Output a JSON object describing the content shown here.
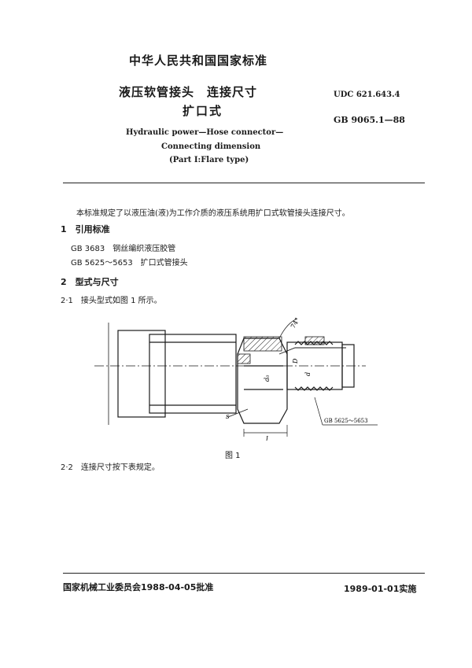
{
  "header": {
    "standard_org": "中华人民共和国国家标准",
    "title_cn": "液压软管接头　连接尺寸",
    "subtitle_cn": "扩口式",
    "udc": "UDC 621.643.4",
    "gb_number": "GB 9065.1—88",
    "title_en": [
      "Hydraulic power—Hose connector—",
      "Connecting dimension",
      "(Part I:Flare type)"
    ]
  },
  "body": {
    "intro": "本标准规定了以液压油(液)为工作介质的液压系统用扩口式软管接头连接尺寸。",
    "section1_title": "1　引用标准",
    "references": [
      "GB 3683　钢丝编织液压胶管",
      "GB 5625～5653　扩口式管接头"
    ],
    "section2_title": "2　型式与尺寸",
    "section2_1": "2·1　接头型式如图 1 所示。",
    "figure_caption": "图 1",
    "section2_2": "2·2　连接尺寸按下表规定。"
  },
  "figure_labels": {
    "callout": "GB 5625～5653",
    "dim_l": "l",
    "dim_s": "s",
    "dim_d0": "d₀",
    "dim_d": "d",
    "dim_D": "D",
    "dim_angle": "74°"
  },
  "footer": {
    "approved": "国家机械工业委员会1988-04-05批准",
    "effective": "1989-01-01实施"
  }
}
